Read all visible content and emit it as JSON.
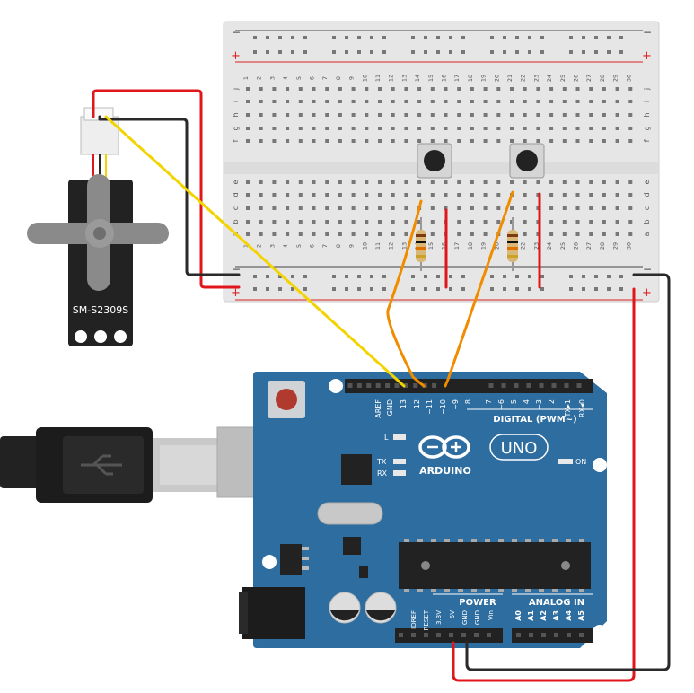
{
  "breadboard": {
    "columns": [
      "1",
      "2",
      "3",
      "4",
      "5",
      "6",
      "7",
      "8",
      "9",
      "10",
      "11",
      "12",
      "13",
      "14",
      "15",
      "16",
      "17",
      "18",
      "19",
      "20",
      "21",
      "22",
      "23",
      "24",
      "25",
      "26",
      "27",
      "28",
      "29",
      "30"
    ],
    "rows_top": [
      "j",
      "i",
      "h",
      "g",
      "f"
    ],
    "rows_bottom": [
      "e",
      "d",
      "c",
      "b",
      "a"
    ],
    "rail_minus": "−",
    "rail_plus": "+"
  },
  "servo": {
    "model": "SM-S2309S"
  },
  "arduino": {
    "brand": "ARDUINO",
    "model": "UNO",
    "header_top_labels": [
      "AREF",
      "GND",
      "13",
      "12",
      "~11",
      "~10",
      "~9",
      "8",
      "7",
      "~6",
      "~5",
      "4",
      "~3",
      "2",
      "TX▸1",
      "RX◂0"
    ],
    "digital_label": "DIGITAL (PWM~)",
    "led_l": "L",
    "led_tx": "TX",
    "led_rx": "RX",
    "led_on": "ON",
    "power_label": "POWER",
    "analog_label": "ANALOG IN",
    "power_pins": [
      "IOREF",
      "RESET",
      "3.3V",
      "5V",
      "GND",
      "GND",
      "Vin"
    ],
    "analog_pins": [
      "A0",
      "A1",
      "A2",
      "A3",
      "A4",
      "A5"
    ]
  },
  "colors": {
    "board_blue": "#2d6da0",
    "breadboard": "#e6e6e6",
    "wire_red": "#e0161b",
    "wire_black": "#2a2a2a",
    "wire_yellow": "#f3d300",
    "wire_orange": "#f08c00"
  }
}
